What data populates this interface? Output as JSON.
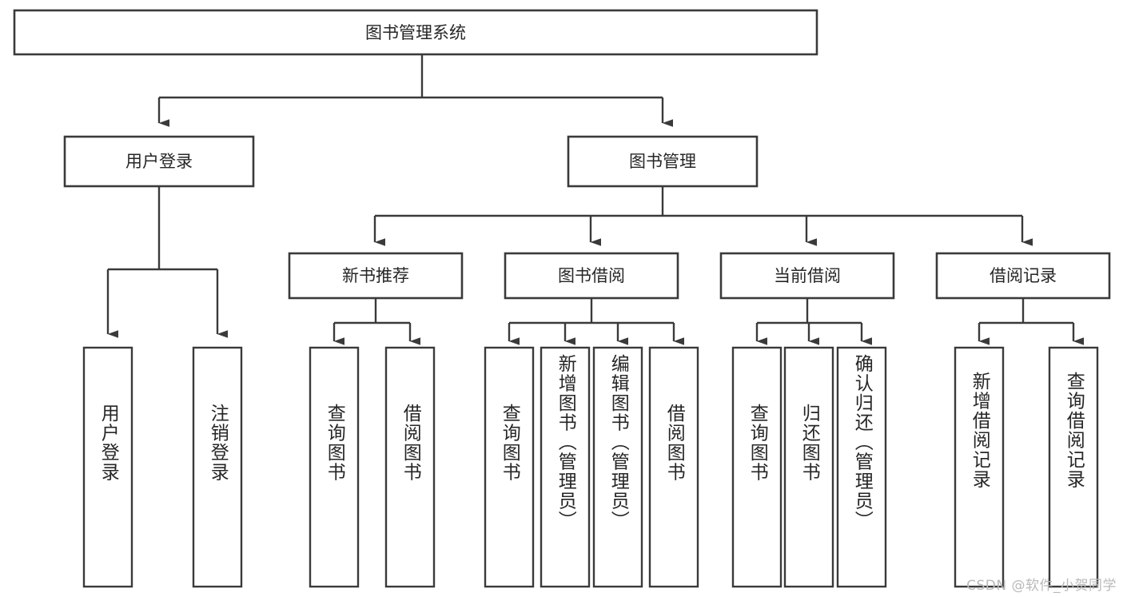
{
  "diagram": {
    "type": "tree",
    "title": "图书管理系统",
    "watermark": "CSDN @软件_小贺同学",
    "nodes": {
      "root": {
        "label": "图书管理系统"
      },
      "level2": [
        {
          "id": "user-login",
          "label": "用户登录"
        },
        {
          "id": "book-manage",
          "label": "图书管理"
        }
      ],
      "level3": [
        {
          "id": "new-book-recommend",
          "label": "新书推荐"
        },
        {
          "id": "book-borrow",
          "label": "图书借阅"
        },
        {
          "id": "current-borrow",
          "label": "当前借阅"
        },
        {
          "id": "borrow-record",
          "label": "借阅记录"
        }
      ],
      "leaves": [
        {
          "id": "leaf-user-login",
          "label": "用户登录",
          "parent": "user-login"
        },
        {
          "id": "leaf-logout",
          "label": "注销登录",
          "parent": "user-login"
        },
        {
          "id": "leaf-query-book-1",
          "label": "查询图书",
          "parent": "new-book-recommend"
        },
        {
          "id": "leaf-borrow-book-1",
          "label": "借阅图书",
          "parent": "new-book-recommend"
        },
        {
          "id": "leaf-query-book-2",
          "label": "查询图书",
          "parent": "book-borrow"
        },
        {
          "id": "leaf-add-book",
          "label": "新增图书（管理员）",
          "parent": "book-borrow"
        },
        {
          "id": "leaf-edit-book",
          "label": "编辑图书（管理员）",
          "parent": "book-borrow"
        },
        {
          "id": "leaf-borrow-book-2",
          "label": "借阅图书",
          "parent": "book-borrow"
        },
        {
          "id": "leaf-query-book-3",
          "label": "查询图书",
          "parent": "current-borrow"
        },
        {
          "id": "leaf-return-book",
          "label": "归还图书",
          "parent": "current-borrow"
        },
        {
          "id": "leaf-confirm-return",
          "label": "确认归还（管理员）",
          "parent": "current-borrow"
        },
        {
          "id": "leaf-add-record",
          "label": "新增借阅记录",
          "parent": "borrow-record"
        },
        {
          "id": "leaf-query-record",
          "label": "查询借阅记录",
          "parent": "borrow-record"
        }
      ]
    },
    "colors": {
      "stroke": "#3a3a3a",
      "text": "#262626",
      "background": "#ffffff",
      "watermark": "#b9b9b9"
    }
  }
}
